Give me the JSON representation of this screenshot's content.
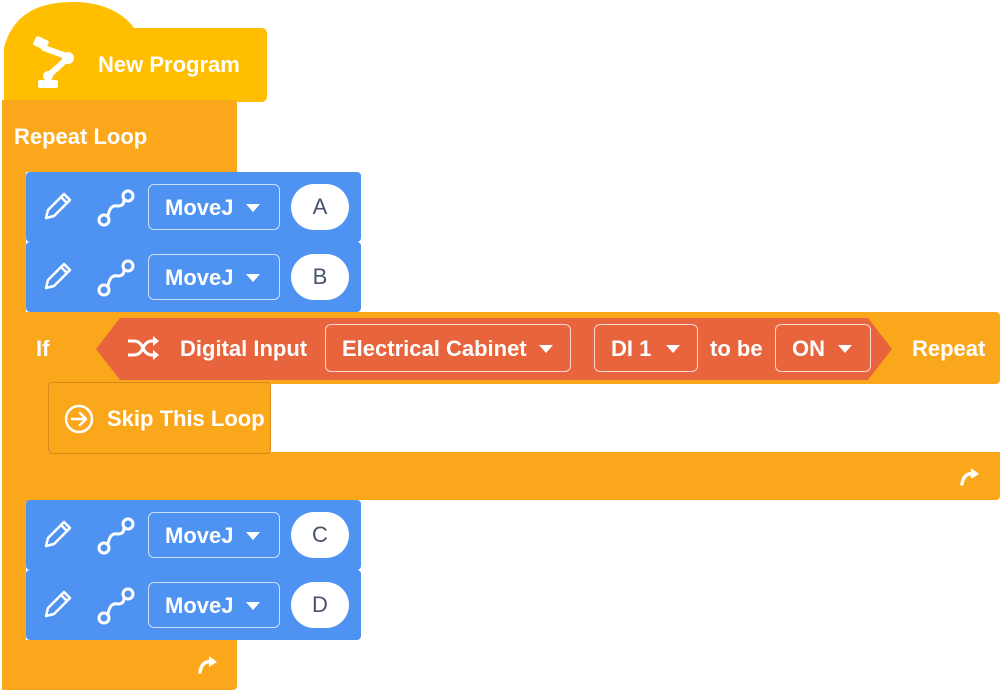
{
  "program": {
    "hat_label": "New Program",
    "repeat_label": "Repeat Loop",
    "moves_before": [
      {
        "command": "MoveJ",
        "point": "A"
      },
      {
        "command": "MoveJ",
        "point": "B"
      }
    ],
    "condition": {
      "if_label": "If",
      "sensor_label": "Digital Input",
      "location": "Electrical Cabinet",
      "channel": "DI 1",
      "to_be_label": "to be",
      "state": "ON",
      "mode_label": "Repeat"
    },
    "skip_label": "Skip This Loop",
    "moves_after": [
      {
        "command": "MoveJ",
        "point": "C"
      },
      {
        "command": "MoveJ",
        "point": "D"
      }
    ]
  },
  "colors": {
    "hat": "#FFBF00",
    "control": "#FBA71C",
    "motion": "#4F93F2",
    "sensor": "#E8643C"
  },
  "icons": [
    "robot-arm-icon",
    "pencil-icon",
    "path-icon",
    "caret-down-icon",
    "shuffle-icon",
    "skip-arrow-icon",
    "loop-arrow-icon"
  ]
}
